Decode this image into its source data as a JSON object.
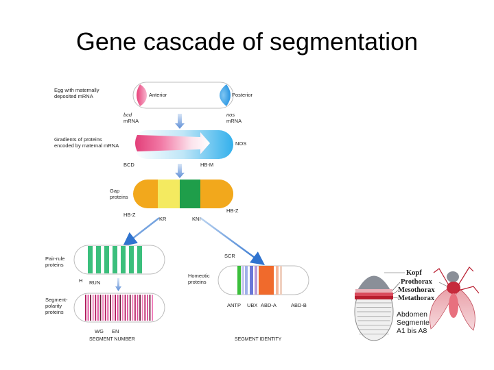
{
  "title": "Gene cascade of segmentation",
  "egg": {
    "desc_line1": "Egg with maternally",
    "desc_line2": "deposited mRNA",
    "anterior": "Anterior",
    "posterior": "Posterior",
    "bcd_line1": "bcd",
    "bcd_line2": "mRNA",
    "nos_line1": "nos",
    "nos_line2": "mRNA"
  },
  "gradients": {
    "desc_line1": "Gradients of proteins",
    "desc_line2": "encoded by maternal mRNA",
    "nos": "NOS",
    "bcd": "BCD",
    "hbm": "HB-M"
  },
  "gap": {
    "desc_line1": "Gap",
    "desc_line2": "proteins",
    "hbz_left": "HB-Z",
    "kr": "KR",
    "kni": "KNI",
    "hbz_right": "HB-Z"
  },
  "pair_rule": {
    "desc_line1": "Pair-rule",
    "desc_line2": "proteins",
    "h": "H",
    "run": "RUN"
  },
  "segment_polarity": {
    "desc_line1": "Segment-",
    "desc_line2": "polarity",
    "desc_line3": "proteins",
    "wg": "WG",
    "en": "EN",
    "caption": "SEGMENT NUMBER"
  },
  "homeotic": {
    "scr": "SCR",
    "desc_line1": "Homeotic",
    "desc_line2": "proteins",
    "antp": "ANTP",
    "ubx": "UBX",
    "abda": "ABD-A",
    "abdb": "ABD-B",
    "caption": "SEGMENT IDENTITY"
  },
  "insect": {
    "kopf": "Kopf",
    "prothorax": "Prothorax",
    "mesothorax": "Mesothorax",
    "metathorax": "Metathorax",
    "abdomen": "Abdomen",
    "segmente": "Segmente",
    "a1a8": "A1 bis A8"
  },
  "colors": {
    "bcd_pink": "#e8407a",
    "nos_blue": "#1f9fe8",
    "gap_orange": "#f2a81c",
    "gap_yellow": "#f4ea60",
    "gap_green": "#1f9e4a",
    "pair_rule_green": "#3bbf7c",
    "arrow_blue": "#4a7fd0"
  }
}
